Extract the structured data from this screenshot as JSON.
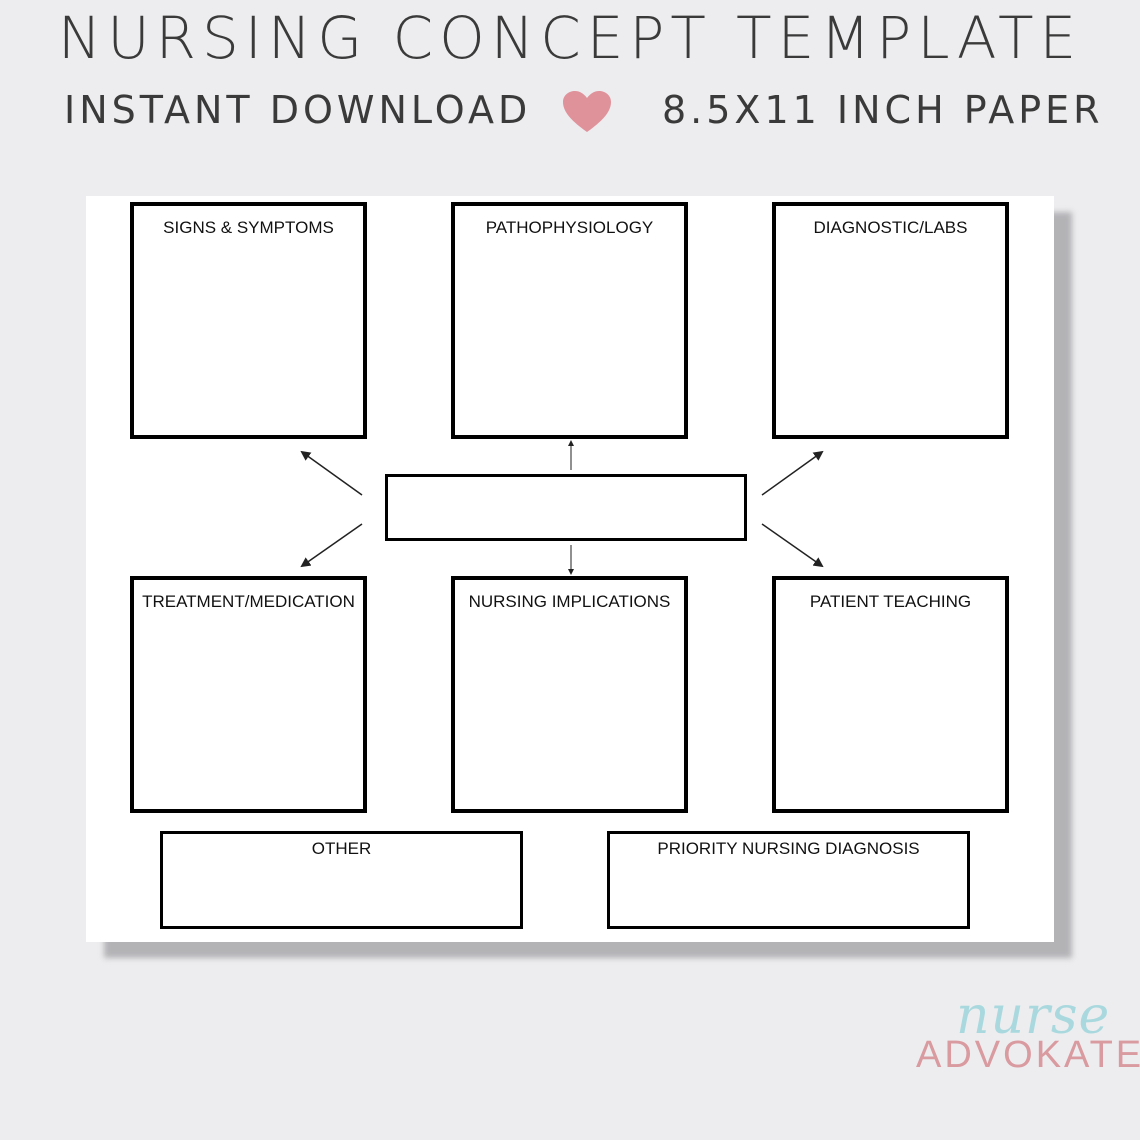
{
  "header": {
    "title": "NURSING CONCEPT TEMPLATE",
    "subtitle_left": "INSTANT DOWNLOAD",
    "subtitle_right": "8.5X11 INCH PAPER",
    "heart_icon": "heart-icon",
    "heart_color": "#e0929b"
  },
  "diagram": {
    "top_boxes": [
      "SIGNS & SYMPTOMS",
      "PATHOPHYSIOLOGY",
      "DIAGNOSTIC/LABS"
    ],
    "center_box": "",
    "middle_boxes": [
      "TREATMENT/MEDICATION",
      "NURSING IMPLICATIONS",
      "PATIENT TEACHING"
    ],
    "bottom_boxes": [
      "OTHER",
      "PRIORITY NURSING DIAGNOSIS"
    ]
  },
  "logo": {
    "script": "nurse",
    "word": "ADVOKATE",
    "script_color": "#a9d9de",
    "word_color": "#d99aa0"
  }
}
